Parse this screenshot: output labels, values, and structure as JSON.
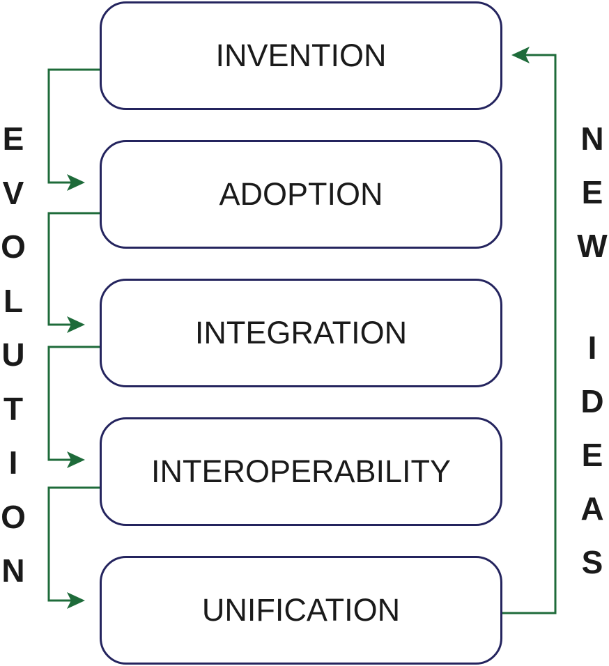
{
  "stages": [
    "INVENTION",
    "ADOPTION",
    "INTEGRATION",
    "INTEROPERABILITY",
    "UNIFICATION"
  ],
  "left_label": "EVOLUTION",
  "right_label_line1": "NEW",
  "right_label_line2": "IDEAS",
  "colors": {
    "box_border": "#24245e",
    "arrow": "#1e6b3a",
    "text": "#1a1a1a"
  }
}
